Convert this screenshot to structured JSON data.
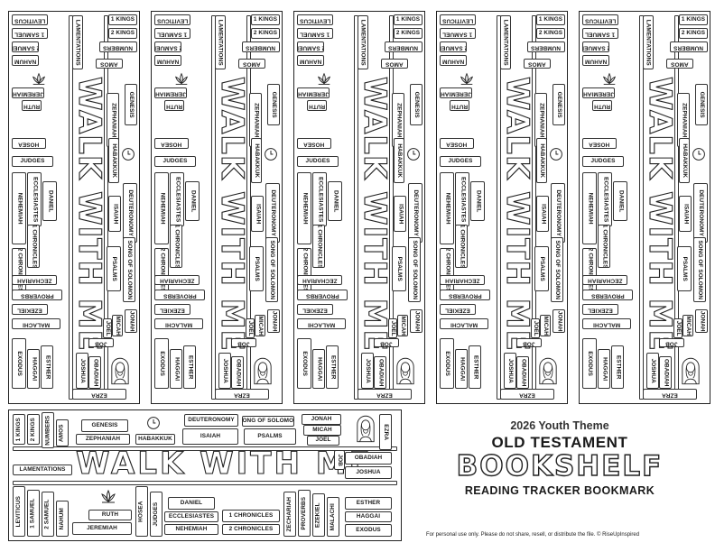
{
  "theme": {
    "word": "WALK WITH ME",
    "year_theme": "2026 Youth Theme",
    "line2": "OLD TESTAMENT",
    "line3": "BOOKSHELF",
    "line4": "READING TRACKER BOOKMARK"
  },
  "footer": "For personal use only. Please do not share, resell, or distribute the file. © RiseUpInspired",
  "icons": [
    "lotus-icon",
    "clock-icon",
    "jesus-portrait-icon"
  ],
  "books": {
    "genesis": "GENESIS",
    "exodus": "EXODUS",
    "leviticus": "LEVITICUS",
    "numbers": "NUMBERS",
    "deuteronomy": "DEUTERONOMY",
    "joshua": "JOSHUA",
    "judges": "JUDGES",
    "ruth": "RUTH",
    "samuel1": "1 SAMUEL",
    "samuel2": "2 SAMUEL",
    "kings1": "1 KINGS",
    "kings2": "2 KINGS",
    "chronicles1": "1 CHRONICLES",
    "chronicles2": "2 CHRONICLES",
    "ezra": "EZRA",
    "nehemiah": "NEHEMIAH",
    "esther": "ESTHER",
    "job": "JOB",
    "psalms": "PSALMS",
    "proverbs": "PROVERBS",
    "ecclesiastes": "ECCLESIASTES",
    "song": "SONG OF SOLOMON",
    "isaiah": "ISAIAH",
    "jeremiah": "JEREMIAH",
    "lamentations": "LAMENTATIONS",
    "ezekiel": "EZEKIEL",
    "daniel": "DANIEL",
    "hosea": "HOSEA",
    "joel": "JOEL",
    "amos": "AMOS",
    "obadiah": "OBADIAH",
    "jonah": "JONAH",
    "micah": "MICAH",
    "nahum": "NAHUM",
    "habakkuk": "HABAKKUK",
    "zephaniah": "ZEPHANIAH",
    "haggai": "HAGGAI",
    "zechariah": "ZECHARIAH",
    "malachi": "MALACHI"
  }
}
